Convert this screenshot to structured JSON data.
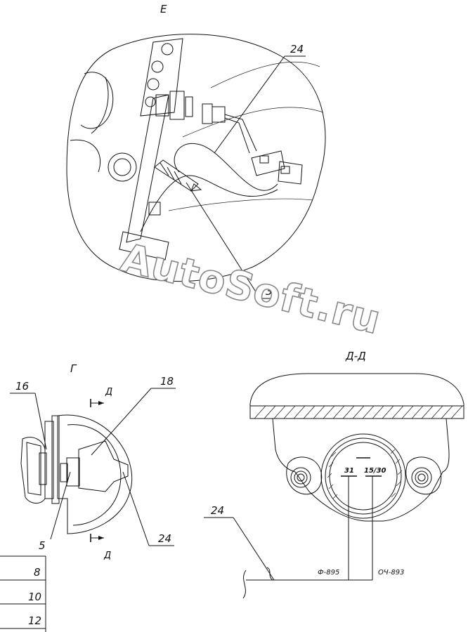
{
  "watermark": "AutoSoft.ru",
  "views": {
    "e": {
      "title": "Е",
      "callouts": {
        "wire": "24",
        "clamp": "3"
      }
    },
    "g": {
      "title": "Г",
      "section_mark_top": "Д",
      "section_mark_bottom": "Д",
      "callouts": {
        "lamp": "16",
        "housing": "18",
        "nut": "5",
        "wire": "24"
      }
    },
    "dd": {
      "title": "Д-Д",
      "pin_left": "31",
      "pin_right": "15/30",
      "wire_left_code": "Ф-895",
      "wire_right_code": "ОЧ-893",
      "callout_wire": "24"
    }
  },
  "stamp_rows": [
    "8",
    "10",
    "12"
  ]
}
